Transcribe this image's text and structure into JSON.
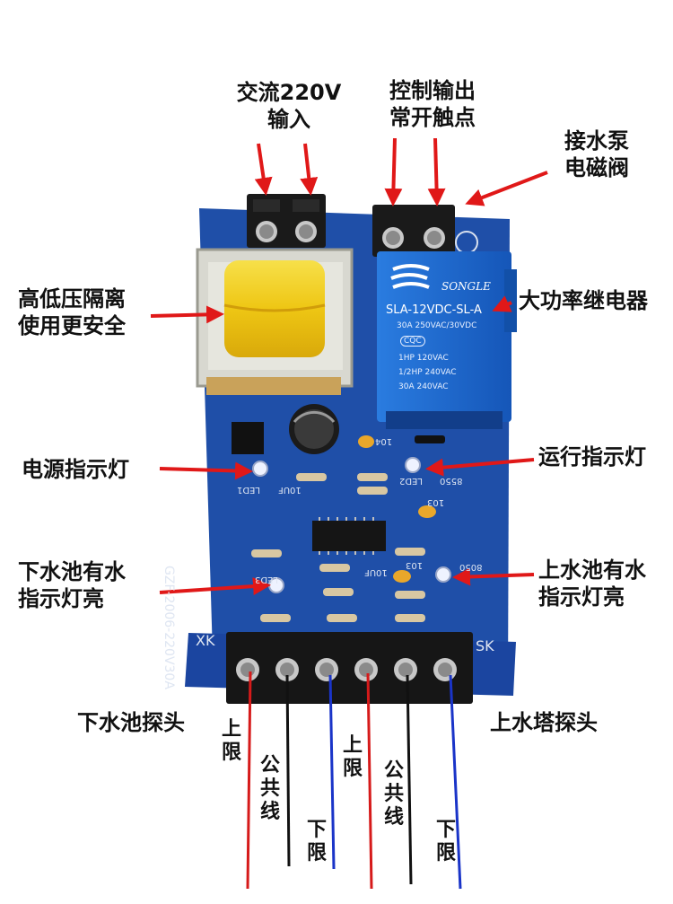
{
  "labels": {
    "ac_input": [
      "交流220V",
      "输入"
    ],
    "control_output": [
      "控制输出",
      "常开触点"
    ],
    "pump_valve": [
      "接水泵",
      "电磁阀"
    ],
    "isolation": [
      "高低压隔离",
      "使用更安全"
    ],
    "relay": "大功率继电器",
    "power_led": "电源指示灯",
    "run_led": "运行指示灯",
    "lower_pool_led": [
      "下水池有水",
      "指示灯亮"
    ],
    "upper_pool_led": [
      "上水池有水",
      "指示灯亮"
    ],
    "lower_probe": "下水池探头",
    "upper_probe": "上水塔探头",
    "upper_limit": "上限",
    "common_wire": "公共线",
    "lower_limit": "下限"
  },
  "board_print": {
    "model": "GZF-2006-220V30A",
    "xk": "XK",
    "sk": "SK",
    "led1": "LED1",
    "led2": "LED2",
    "led3": "LED3",
    "cap": "10UF",
    "cap2": "10UF",
    "c104": "104",
    "c103a": "103",
    "c103b": "103",
    "q8550": "8550",
    "q8050": "8050"
  },
  "relay_print": {
    "brand": "SONGLE",
    "model": "SLA-12VDC-SL-A",
    "rating": "30A 250VAC/30VDC",
    "cqc": "CQC",
    "line1": "1HP 120VAC",
    "line2": "1/2HP 240VAC",
    "line3": "30A 240VAC"
  },
  "colors": {
    "pcb": "#1f4fa8",
    "arrow": "#e01818",
    "relay": "#1d6fd6",
    "transformer_coil": "#f2d21a",
    "terminal": "#1a1a1a",
    "wire_red": "#d61a1a",
    "wire_black": "#111111",
    "wire_blue": "#1a34c8"
  }
}
